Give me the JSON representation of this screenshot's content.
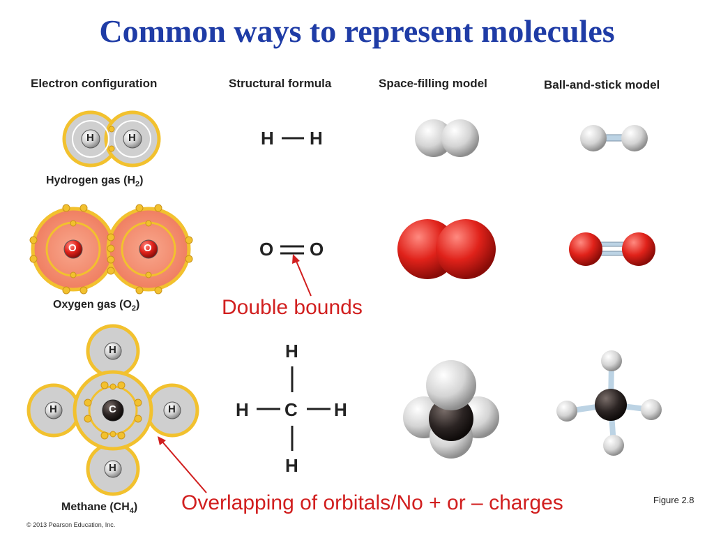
{
  "title": "Common ways to represent molecules",
  "columns": {
    "electron": "Electron configuration",
    "structural": "Structural formula",
    "space": "Space-filling model",
    "ball": "Ball-and-stick model"
  },
  "molecules": {
    "hydrogen": {
      "name": "Hydrogen gas (H",
      "sub": "2",
      "close": ")",
      "atom": "H",
      "bond_symbol": "—"
    },
    "oxygen": {
      "name": "Oxygen gas (O",
      "sub": "2",
      "close": ")",
      "atom": "O"
    },
    "methane": {
      "name": "Methane (CH",
      "sub": "4",
      "close": ")",
      "center": "C",
      "outer": "H"
    }
  },
  "annotations": {
    "double": "Double bounds",
    "overlap": "Overlapping of orbitals/No + or – charges"
  },
  "figure": "Figure 2.8",
  "copyright": "© 2013 Pearson Education, Inc.",
  "colors": {
    "title": "#1f3ca6",
    "annotation": "#d11f1f",
    "shell": "#f2c12e",
    "hydrogen_gray": "#cfcfcf",
    "oxygen_red": "#e0321f",
    "carbon_black": "#2b2b2b"
  }
}
